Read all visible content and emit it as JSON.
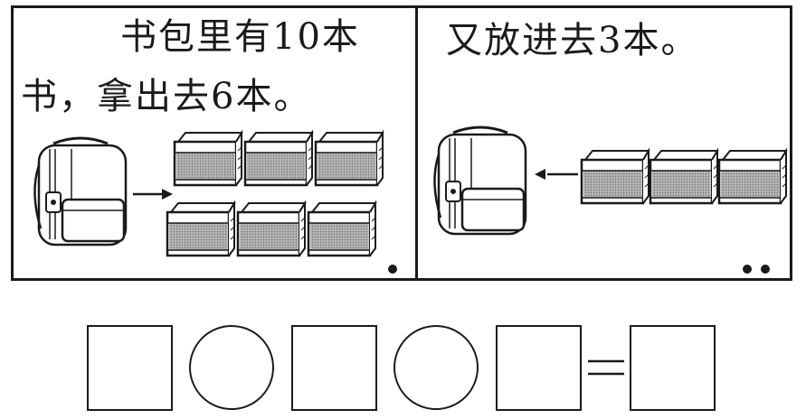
{
  "panel_left": {
    "line1": "书包里有10本",
    "line2": "书，拿出去6本。",
    "books_shown": 6,
    "page_marker": "one-dot"
  },
  "panel_right": {
    "line1": "又放进去3本。",
    "books_shown": 3,
    "page_marker": "two-dots"
  },
  "equation": {
    "slots": [
      "square",
      "circle",
      "square",
      "circle",
      "square",
      "equals",
      "square"
    ],
    "equals_sign": "="
  },
  "icons": [
    "backpack-icon",
    "book-icon",
    "arrow-right-icon",
    "arrow-left-icon"
  ],
  "colors": {
    "ink": "#1a1a1a",
    "book_gray": "#9a9a9a",
    "paper": "#ffffff"
  }
}
